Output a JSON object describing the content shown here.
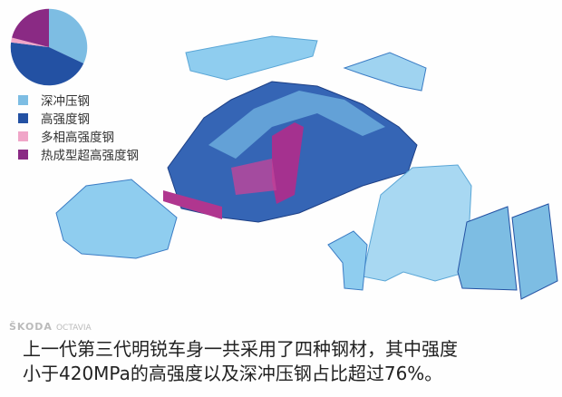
{
  "chart_data": {
    "type": "pie",
    "categories": [
      "深冲压钢",
      "高强度钢",
      "多相高强度钢",
      "热成型超高强度钢"
    ],
    "values": [
      32,
      45,
      2,
      21
    ],
    "colors": [
      "#7dbde3",
      "#2351a3",
      "#f0a6c8",
      "#8a2a84"
    ],
    "legend_position": "below"
  },
  "legend": [
    {
      "label": "深冲压钢",
      "color": "#7dbde3"
    },
    {
      "label": "高强度钢",
      "color": "#2351a3"
    },
    {
      "label": "多相高强度钢",
      "color": "#f0a6c8"
    },
    {
      "label": "热成型超高强度钢",
      "color": "#8a2a84"
    }
  ],
  "brand": {
    "name": "ŠKODA",
    "model": "OCTAVIA"
  },
  "caption": {
    "line1": "上一代第三代明锐车身一共采用了四种钢材，其中强度",
    "line2": "小于420MPa的高强度以及深冲压钢占比超过76%。"
  }
}
